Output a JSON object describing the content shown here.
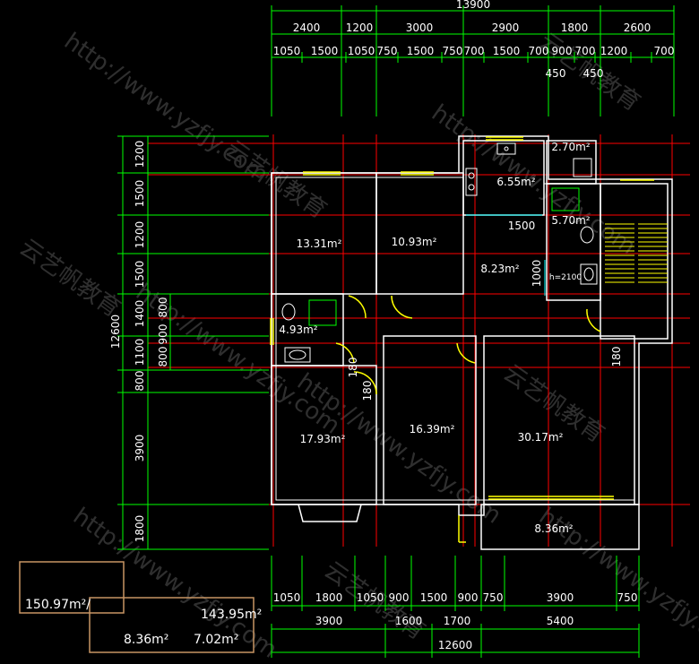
{
  "drawing": {
    "background": "#000000",
    "colors": {
      "dimension": "#00ff00",
      "dimension_text": "#ffffff",
      "axis": "#ff0000",
      "wall": "#ffffff",
      "window": "#ffff00",
      "door": "#ffff00",
      "furniture": "#ffffff",
      "stair": "#ffff00",
      "summary_frame": "#c89664",
      "cyan": "#00ffff"
    },
    "top_dims": {
      "overall": "13900",
      "row1": [
        "2400",
        "1200",
        "3000",
        "2900",
        "1800",
        "2600"
      ],
      "row2": [
        "1050",
        "1500",
        "1050",
        "750",
        "1500",
        "750",
        "700",
        "1500",
        "700",
        "900",
        "700",
        "1200",
        "700"
      ],
      "extra": [
        "450",
        "450"
      ]
    },
    "left_dims": {
      "overall": "12600",
      "row1": [
        "1200",
        "1500",
        "1200",
        "1500",
        "1400",
        "1100",
        "800",
        "3900",
        "1800"
      ],
      "row2": [
        "800",
        "900",
        "800"
      ]
    },
    "bottom_dims": {
      "row1": [
        "1050",
        "1800",
        "1050",
        "900",
        "1500",
        "900",
        "750",
        "3900",
        "750"
      ],
      "row2": [
        "3900",
        "1600",
        "1700",
        "5400"
      ],
      "overall": "12600"
    },
    "rooms": [
      "13.31m²",
      "10.93m²",
      "6.55m²",
      "2.70m²",
      "5.70m²",
      "8.23m²",
      "4.93m²",
      "17.93m²",
      "16.39m²",
      "30.17m²",
      "8.36m²"
    ],
    "notes": [
      "1500",
      "1000",
      "h=2100",
      "180",
      "180",
      "180"
    ],
    "summary": {
      "total_left": "150.97m²/",
      "total_right": "143.95m²",
      "sub_a": "8.36m²",
      "sub_b": "7.02m²"
    },
    "watermarks": [
      "http://www.yzfjy.com",
      "云艺帆教育"
    ]
  }
}
